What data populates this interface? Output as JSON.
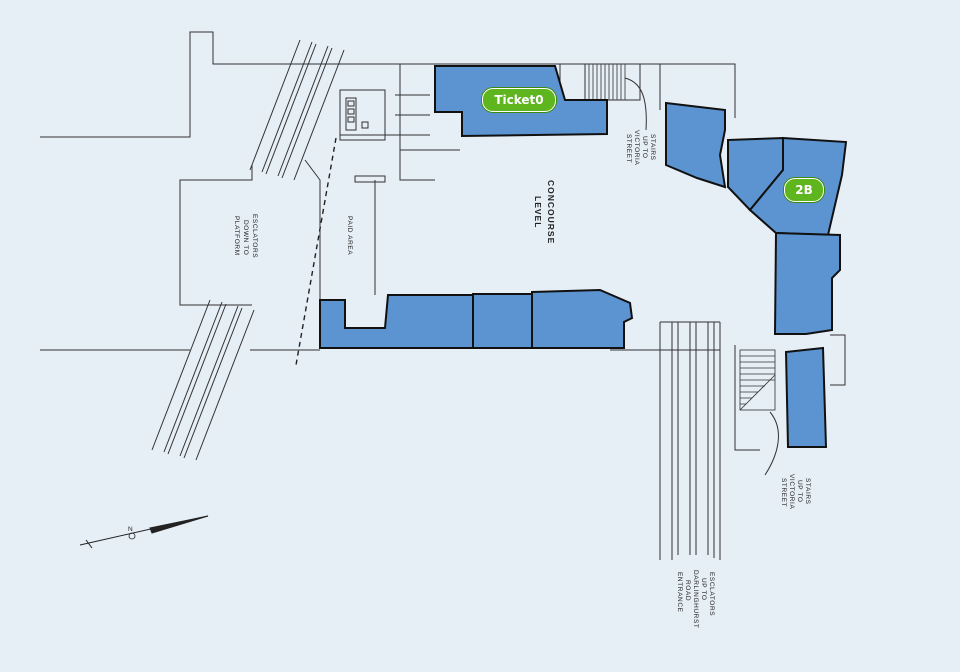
{
  "map": {
    "colors": {
      "background": "#e6eef6",
      "store_fill": "#5b94d1",
      "store_outline": "#111111",
      "line": "#333333",
      "pin": "#5fb51d"
    },
    "labels": {
      "concourse_1": "CONCOURSE",
      "concourse_2": "LEVEL",
      "paid_area": "PAID AREA",
      "esc_platform_1": "ESCLATORS",
      "esc_platform_2": "DOWN TO",
      "esc_platform_3": "PLATFORM",
      "stairs_top_1": "STAIRS",
      "stairs_top_2": "UP TO",
      "stairs_top_3": "VICTORIA",
      "stairs_top_4": "STREET",
      "stairs_bottom_1": "STAIRS",
      "stairs_bottom_2": "UP TO",
      "stairs_bottom_3": "VICTORIA",
      "stairs_bottom_4": "STREET",
      "esc_darl_1": "ESCLATORS",
      "esc_darl_2": "UP TO",
      "esc_darl_3": "DARLINGHURST",
      "esc_darl_4": "ROAD",
      "esc_darl_5": "ENTRANCE",
      "compass_n": "N"
    },
    "pins": [
      {
        "id": "ticket",
        "label": "Ticket0",
        "icon": "store-marker"
      },
      {
        "id": "shop-2b",
        "label": "2B",
        "icon": "store-marker"
      }
    ]
  }
}
